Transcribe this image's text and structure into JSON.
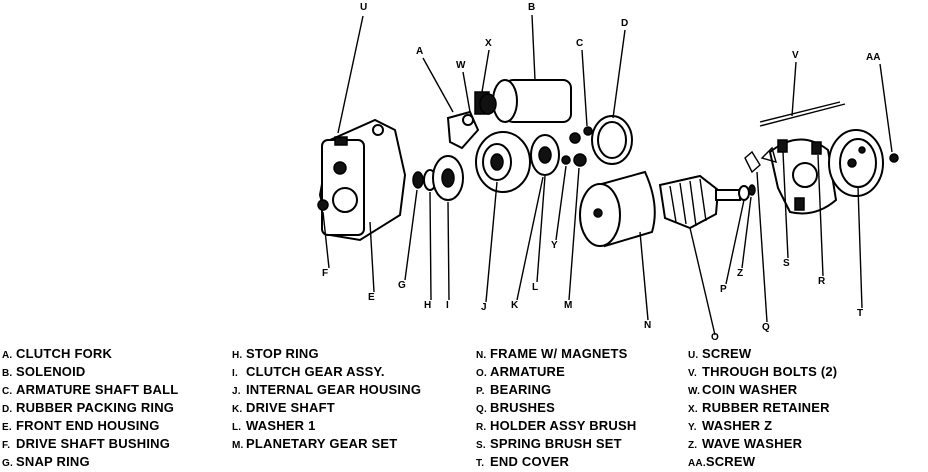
{
  "callouts": {
    "A": "A",
    "B": "B",
    "C": "C",
    "D": "D",
    "E": "E",
    "F": "F",
    "G": "G",
    "H": "H",
    "I": "I",
    "J": "J",
    "K": "K",
    "L": "L",
    "M": "M",
    "N": "N",
    "O": "O",
    "P": "P",
    "Q": "Q",
    "R": "R",
    "S": "S",
    "T": "T",
    "U": "U",
    "V": "V",
    "W": "W",
    "X": "X",
    "Y": "Y",
    "Z": "Z",
    "AA": "AA"
  },
  "legend": [
    [
      {
        "key": "A.",
        "text": "CLUTCH FORK"
      },
      {
        "key": "B.",
        "text": "SOLENOID"
      },
      {
        "key": "C.",
        "text": "ARMATURE SHAFT BALL"
      },
      {
        "key": "D.",
        "text": "RUBBER PACKING RING"
      },
      {
        "key": "E.",
        "text": "FRONT END HOUSING"
      },
      {
        "key": "F.",
        "text": "DRIVE SHAFT BUSHING"
      },
      {
        "key": "G.",
        "text": "SNAP RING"
      }
    ],
    [
      {
        "key": "H.",
        "text": "STOP RING"
      },
      {
        "key": "I.",
        "text": "CLUTCH GEAR ASSY."
      },
      {
        "key": "J.",
        "text": "INTERNAL GEAR HOUSING"
      },
      {
        "key": "K.",
        "text": "DRIVE SHAFT"
      },
      {
        "key": "L.",
        "text": "WASHER 1"
      },
      {
        "key": "M.",
        "text": "PLANETARY GEAR SET"
      }
    ],
    [
      {
        "key": "N.",
        "text": "FRAME W/ MAGNETS"
      },
      {
        "key": "O.",
        "text": "ARMATURE"
      },
      {
        "key": "P.",
        "text": "BEARING"
      },
      {
        "key": "Q.",
        "text": "BRUSHES"
      },
      {
        "key": "R.",
        "text": "HOLDER ASSY BRUSH"
      },
      {
        "key": "S.",
        "text": "SPRING BRUSH SET"
      },
      {
        "key": "T.",
        "text": "END COVER"
      }
    ],
    [
      {
        "key": "U.",
        "text": "SCREW"
      },
      {
        "key": "V.",
        "text": "THROUGH BOLTS (2)"
      },
      {
        "key": "W.",
        "text": "COIN WASHER"
      },
      {
        "key": "X.",
        "text": "RUBBER RETAINER"
      },
      {
        "key": "Y.",
        "text": "WASHER Z"
      },
      {
        "key": "Z.",
        "text": "WAVE WASHER"
      },
      {
        "key": "AA.",
        "text": "SCREW"
      }
    ]
  ]
}
